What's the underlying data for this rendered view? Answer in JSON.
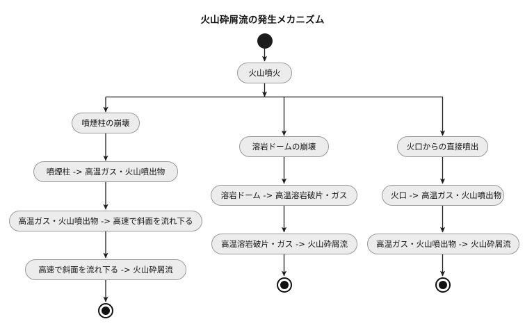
{
  "title": "火山砕屑流の発生メカニズム",
  "diagram": {
    "type": "flowchart",
    "orientation": "top-down",
    "style": {
      "node_fill": "#ececec",
      "node_border": "#999999",
      "edge_color": "#1c1c1c",
      "text_color": "#111111",
      "background": "#ffffff"
    },
    "start": {
      "label": "start-node",
      "shape": "filled-circle"
    },
    "root": {
      "label": "火山噴火"
    },
    "branches": [
      {
        "name": "eruption-column-collapse",
        "steps": [
          "噴煙柱の崩壊",
          "噴煙柱 -> 高温ガス・火山噴出物",
          "高温ガス・火山噴出物 -> 高速で斜面を流れ下る",
          "高速で斜面を流れ下る -> 火山砕屑流"
        ],
        "end": "end-node"
      },
      {
        "name": "lava-dome-collapse",
        "steps": [
          "溶岩ドームの崩壊",
          "溶岩ドーム -> 高温溶岩破片・ガス",
          "高温溶岩破片・ガス -> 火山砕屑流"
        ],
        "end": "end-node"
      },
      {
        "name": "direct-crater-eruption",
        "steps": [
          "火口からの直接噴出",
          "火口 -> 高温ガス・火山噴出物",
          "高温ガス・火山噴出物 -> 火山砕屑流"
        ],
        "end": "end-node"
      }
    ]
  }
}
